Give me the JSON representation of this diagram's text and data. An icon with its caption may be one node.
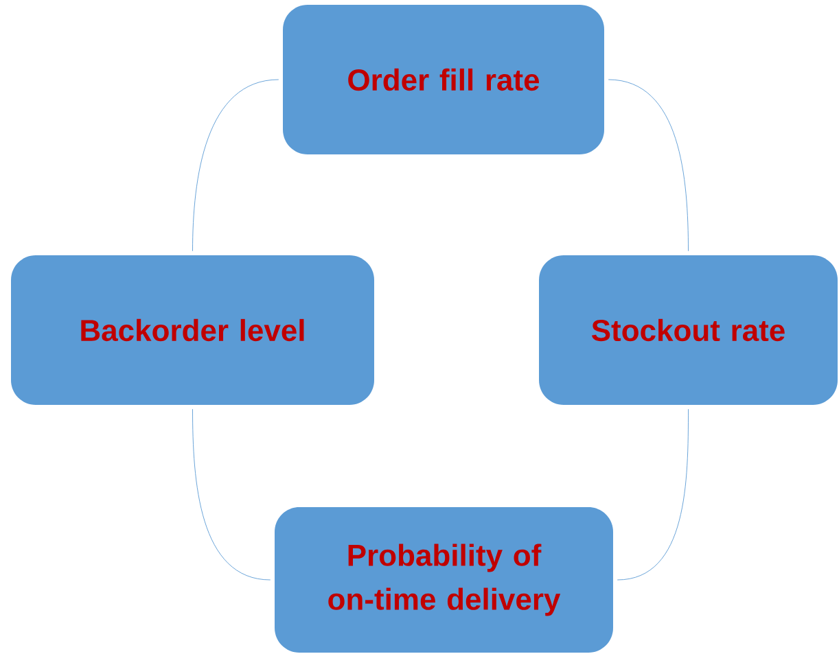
{
  "diagram": {
    "nodes": [
      {
        "text": [
          "Order fill rate"
        ]
      },
      {
        "text": [
          "Backorder level"
        ]
      },
      {
        "text": [
          "Stockout rate"
        ]
      },
      {
        "text": [
          "Probability of on-time delivery"
        ]
      }
    ],
    "edges": [
      {
        "from": 0,
        "to": 2,
        "arrow": "none"
      },
      {
        "from": 2,
        "to": 3,
        "arrow": "none"
      },
      {
        "from": 3,
        "to": 1,
        "arrow": "none"
      },
      {
        "from": 1,
        "to": 0,
        "arrow": "none"
      }
    ]
  }
}
